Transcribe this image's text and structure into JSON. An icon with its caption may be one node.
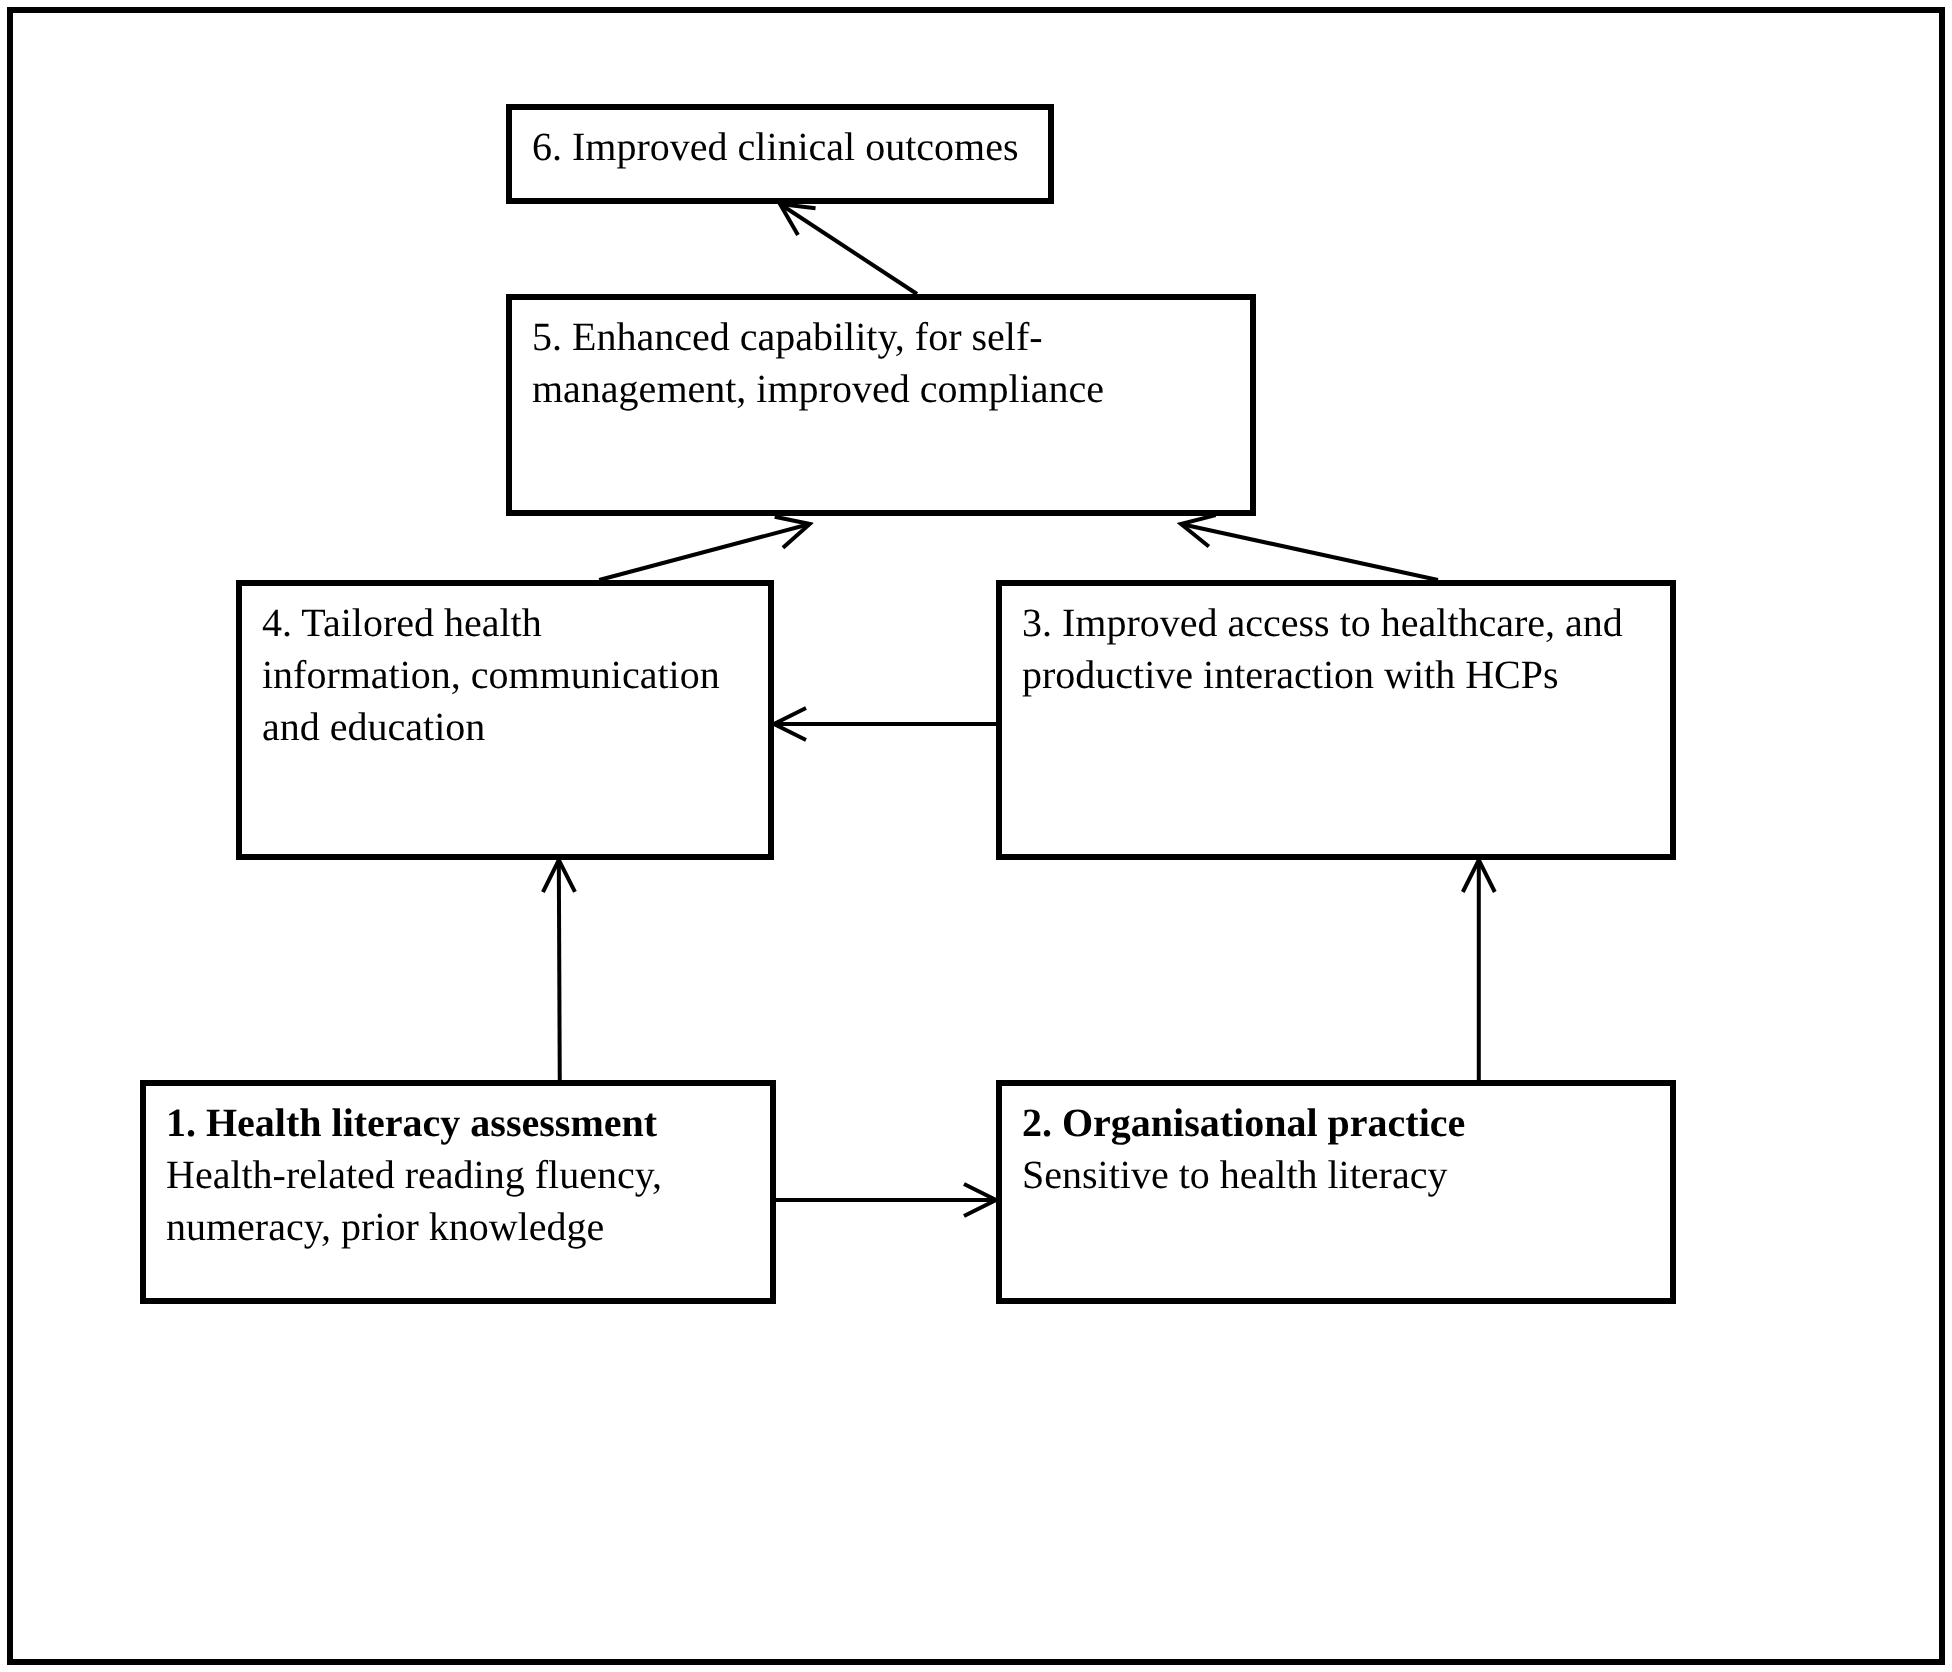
{
  "diagram": {
    "nodes": [
      {
        "text": [
          "6. Improved clinical outcomes"
        ]
      },
      {
        "text": [
          "5. Enhanced capability, for self-management, improved compliance"
        ]
      },
      {
        "text": [
          "4. Tailored health information, communication and education"
        ]
      },
      {
        "text": [
          "3. Improved access to healthcare, and productive interaction with HCPs"
        ]
      },
      {
        "text": [
          "1. Health literacy assessment",
          "Health-related reading fluency, numeracy, prior knowledge"
        ]
      },
      {
        "text": [
          "2. Organisational practice",
          "Sensitive to health literacy"
        ]
      }
    ],
    "edges": [
      {
        "from": 1,
        "to": 0,
        "arrow": "to"
      },
      {
        "from": 2,
        "to": 1,
        "arrow": "to"
      },
      {
        "from": 3,
        "to": 1,
        "arrow": "to"
      },
      {
        "from": 3,
        "to": 2,
        "arrow": "to"
      },
      {
        "from": 4,
        "to": 2,
        "arrow": "to"
      },
      {
        "from": 5,
        "to": 3,
        "arrow": "to"
      },
      {
        "from": 4,
        "to": 5,
        "arrow": "to"
      }
    ]
  }
}
